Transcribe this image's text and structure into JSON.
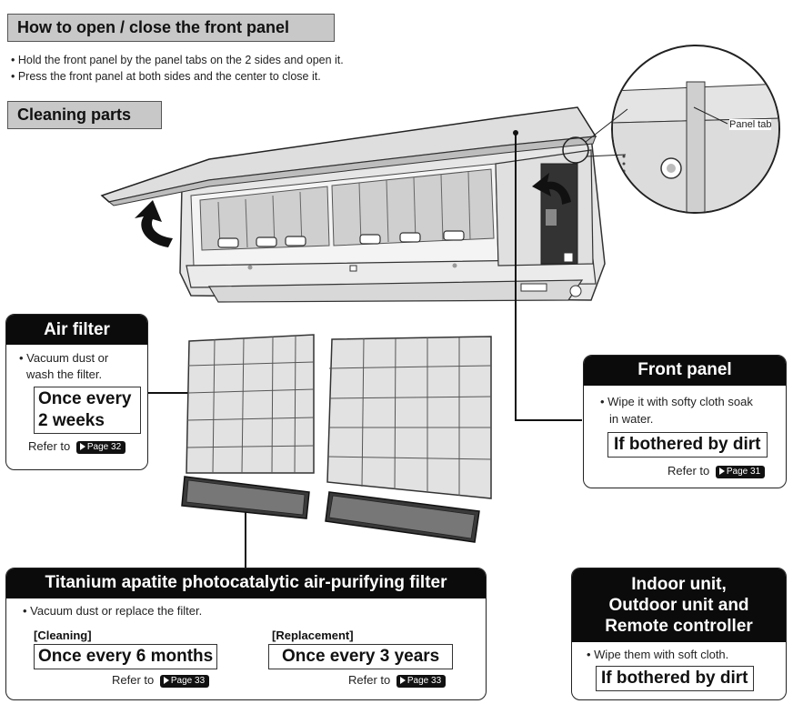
{
  "open_close": {
    "title": "How to open / close the front panel",
    "bullets": [
      "• Hold the front panel by the panel tabs on the 2 sides and open it.",
      "• Press the front panel at both sides and the center to close it."
    ]
  },
  "cleaning": {
    "title": "Cleaning parts"
  },
  "illustration": {
    "panel_tab_label": "Panel tab"
  },
  "air_filter": {
    "header": "Air filter",
    "text_line1": "• Vacuum dust or",
    "text_line2": "wash the filter.",
    "freq_line1": "Once every",
    "freq_line2": "2 weeks",
    "refer": "Refer to",
    "page": "Page 32"
  },
  "front_panel": {
    "header": "Front panel",
    "text_line1": "• Wipe it with softy cloth soak",
    "text_line2": "in water.",
    "freq": "If bothered by dirt",
    "refer": "Refer to",
    "page": "Page 31"
  },
  "titanium": {
    "header": "Titanium apatite photocatalytic air-purifying filter",
    "text": "• Vacuum dust or replace the filter.",
    "cleaning_label": "[Cleaning]",
    "cleaning_freq": "Once every 6 months",
    "cleaning_refer": "Refer to",
    "cleaning_page": "Page 33",
    "replacement_label": "[Replacement]",
    "replacement_freq": "Once every 3 years",
    "replacement_refer": "Refer to",
    "replacement_page": "Page 33"
  },
  "indoor": {
    "header_line1": "Indoor unit,",
    "header_line2": "Outdoor unit and",
    "header_line3": "Remote controller",
    "text": "• Wipe them with soft cloth.",
    "freq": "If bothered by dirt"
  }
}
